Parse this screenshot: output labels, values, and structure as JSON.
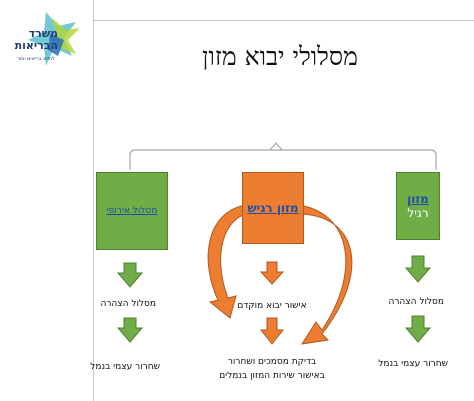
{
  "logo": {
    "name": "משרד הבריאות",
    "sub": "לחיים בריאים יותר"
  },
  "title": "מסלולי יבוא מזון",
  "tracks": {
    "organic": {
      "label": "מסלול אירופי"
    },
    "sensitive": {
      "label": "מזון רגיש"
    },
    "regular": {
      "label": "מזון",
      "label2": "רגיל"
    }
  },
  "steps": {
    "left_declaration": "מסלול הצהרה",
    "left_release": "שחרור עצמי בנמל",
    "mid_approval": "אישור יבוא מוקדם",
    "mid_check_line1": "בדיקת מסמכים ושחרור",
    "mid_check_line2": "באישור שירות המזון בנמלים",
    "right_declaration": "מסלול הצהרה",
    "right_release": "שחרור עצמי בנמל"
  },
  "colors": {
    "green": "#70ad47",
    "orange": "#ed7d31",
    "bracket": "#a6a6a6"
  }
}
